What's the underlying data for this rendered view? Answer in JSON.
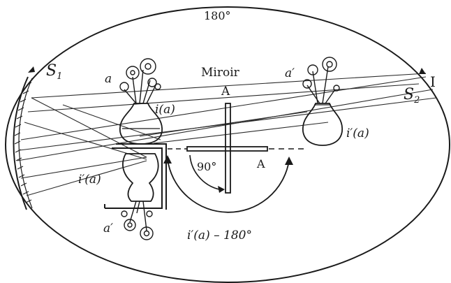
{
  "labels": {
    "top_angle": "180°",
    "source1": "S",
    "source1_sub": "1",
    "source2": "S",
    "source2_sub": "2",
    "image_marker": "I",
    "mirror_title": "Miroir",
    "mirror_top": "A",
    "mirror_right": "A",
    "flowers_left": "a",
    "flowers_right": "a′",
    "flowers_bottom": "a′",
    "image_left_upper": "i(a)",
    "image_left_lower": "i′(a)",
    "image_right": "i′(a)",
    "angle_90": "90°",
    "bottom_caption": "i′(a) – 180°"
  },
  "colors": {
    "ink": "#1a1a1a",
    "paper": "#ffffff"
  }
}
